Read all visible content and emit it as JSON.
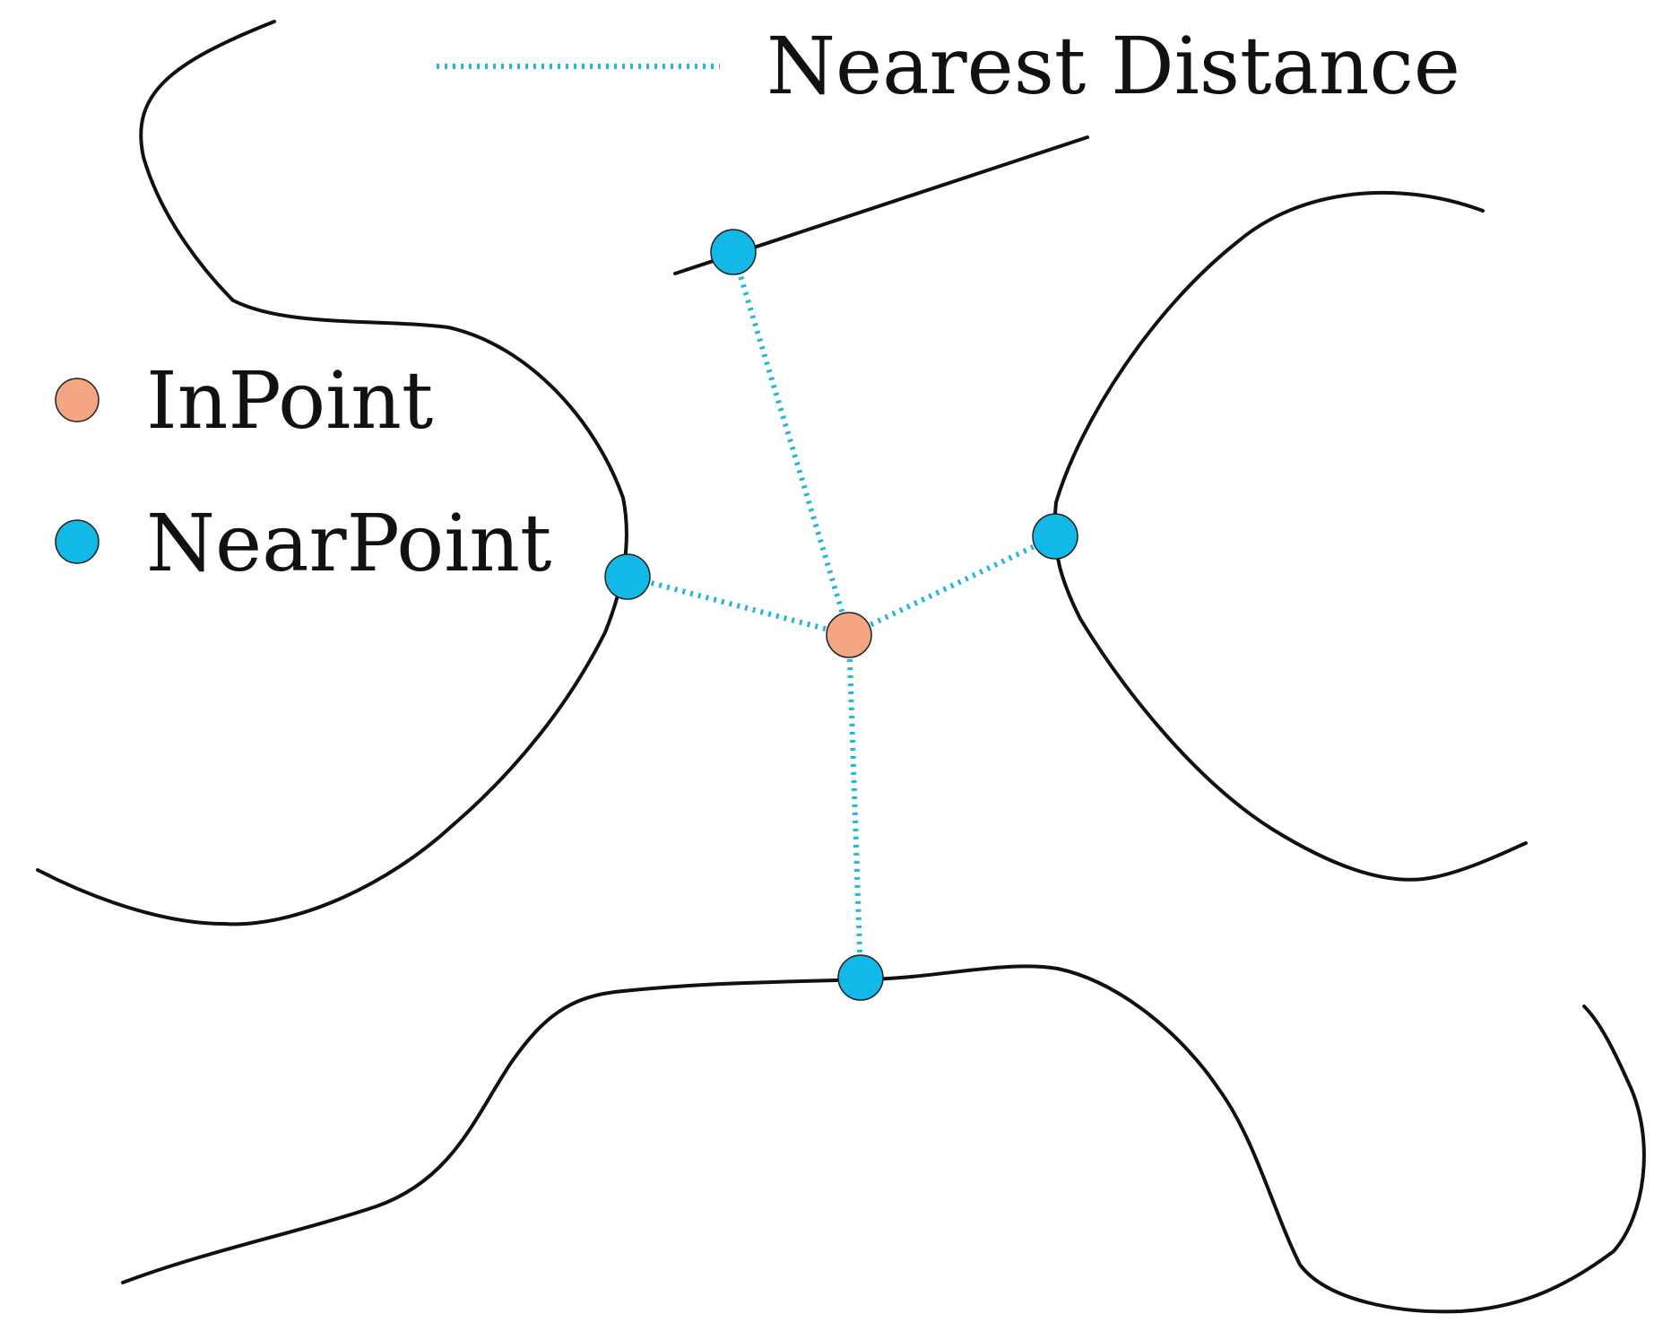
{
  "legend": {
    "nearest_distance_label": "Nearest Distance",
    "inpoint_label": "InPoint",
    "nearpoint_label": "NearPoint"
  },
  "colors": {
    "inpoint": "#f4a582",
    "nearpoint": "#12b9e6",
    "nearest_line": "#27b7d6",
    "curve": "#111111"
  }
}
